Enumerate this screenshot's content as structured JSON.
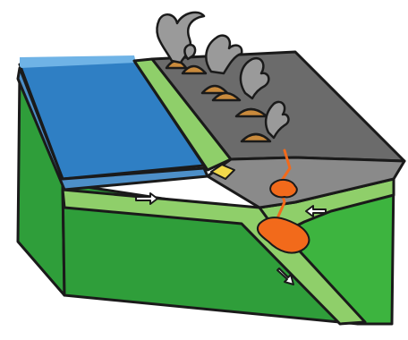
{
  "diagram": {
    "kind": "subduction-zone block diagram",
    "colors": {
      "ocean": "#2f7fc4",
      "ocean_light": "#6fb3e6",
      "green_front": "#2f9e3a",
      "green_side": "#3db43f",
      "green_light": "#8fcf6a",
      "plate_band": "#4d8fc8",
      "continent_top": "#6b6b6b",
      "continent_side": "#8a8a8a",
      "volcano": "#c98a3c",
      "magma": "#f26a1b",
      "smoke": "#9a9a9a",
      "outline": "#1a1a1a"
    },
    "arrows": [
      {
        "name": "oceanic-plate-motion",
        "direction": "right"
      },
      {
        "name": "continental-plate-motion",
        "direction": "left"
      },
      {
        "name": "subducting-plate-motion",
        "direction": "down-right"
      }
    ],
    "volcanoes": 6,
    "smoke_plumes": 5
  }
}
